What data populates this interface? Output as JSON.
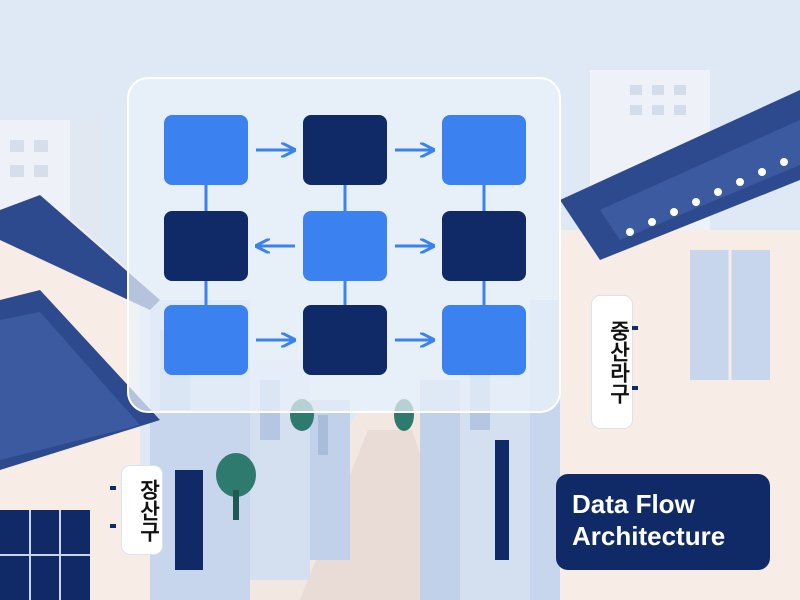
{
  "labels": {
    "title_line1": "Data Flow",
    "title_line2": "Architecture",
    "sign_right": "중산라구",
    "sign_left": "장산구"
  },
  "diagram": {
    "nodes": [
      {
        "id": "n1",
        "row": 0,
        "col": 0,
        "style": "light"
      },
      {
        "id": "n2",
        "row": 0,
        "col": 1,
        "style": "dark"
      },
      {
        "id": "n3",
        "row": 0,
        "col": 2,
        "style": "light"
      },
      {
        "id": "n4",
        "row": 1,
        "col": 0,
        "style": "dark"
      },
      {
        "id": "n5",
        "row": 1,
        "col": 1,
        "style": "light"
      },
      {
        "id": "n6",
        "row": 1,
        "col": 2,
        "style": "dark"
      },
      {
        "id": "n7",
        "row": 2,
        "col": 0,
        "style": "light"
      },
      {
        "id": "n8",
        "row": 2,
        "col": 1,
        "style": "dark"
      },
      {
        "id": "n9",
        "row": 2,
        "col": 2,
        "style": "light"
      }
    ],
    "arrows": [
      {
        "from": "n1",
        "to": "n2"
      },
      {
        "from": "n2",
        "to": "n3"
      },
      {
        "from": "n5",
        "to": "n4"
      },
      {
        "from": "n5",
        "to": "n6"
      },
      {
        "from": "n7",
        "to": "n8"
      },
      {
        "from": "n8",
        "to": "n9"
      }
    ],
    "links": [
      {
        "a": "n1",
        "b": "n4"
      },
      {
        "a": "n4",
        "b": "n7"
      },
      {
        "a": "n2",
        "b": "n5"
      },
      {
        "a": "n5",
        "b": "n8"
      },
      {
        "a": "n3",
        "b": "n6"
      },
      {
        "a": "n6",
        "b": "n9"
      }
    ]
  },
  "colors": {
    "sky": "#dfe9f5",
    "node_light": "#3b82f0",
    "node_dark": "#0f2a66",
    "arrow": "#3b82f0",
    "roof": "#2d4a8f",
    "wall_light": "#f7ece6",
    "building": "#c7d6ec",
    "road": "#f3e7e1",
    "tree": "#2f7a6f"
  }
}
